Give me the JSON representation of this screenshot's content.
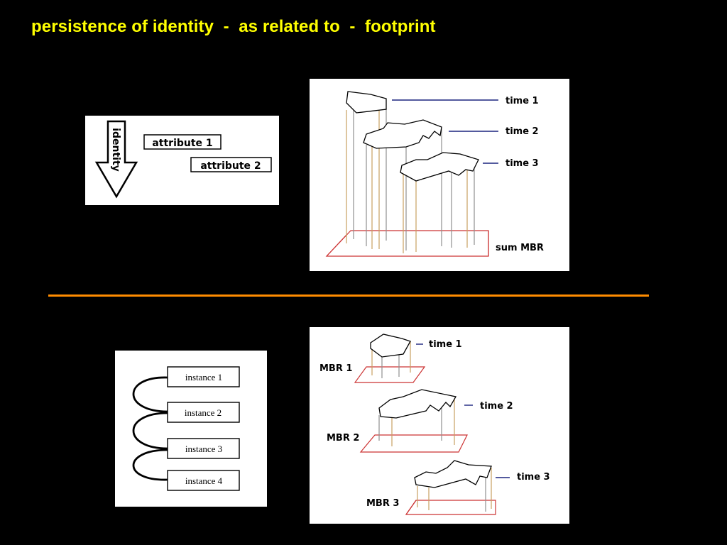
{
  "slide": {
    "title": "persistence of identity  -  as related to  -  footprint"
  },
  "identity_diagram": {
    "arrow_label": "identity",
    "attribute_1": "attribute 1",
    "attribute_2": "attribute 2"
  },
  "sum_mbr_diagram": {
    "time_1": "time 1",
    "time_2": "time 2",
    "time_3": "time 3",
    "base_label": "sum MBR"
  },
  "instance_diagram": {
    "instances": [
      "instance 1",
      "instance 2",
      "instance 3",
      "instance 4"
    ]
  },
  "mbr_series_diagram": {
    "time_1": "time 1",
    "time_2": "time 2",
    "time_3": "time 3",
    "mbr_1": "MBR 1",
    "mbr_2": "MBR 2",
    "mbr_3": "MBR 3"
  },
  "colors": {
    "title": "#ffff00",
    "divider": "#ff8c00",
    "background": "#000000",
    "leader_line": "#1a237e",
    "mbr_outline": "#cc3333",
    "pillar_tan": "#c8a060",
    "pillar_grey": "#909090"
  }
}
